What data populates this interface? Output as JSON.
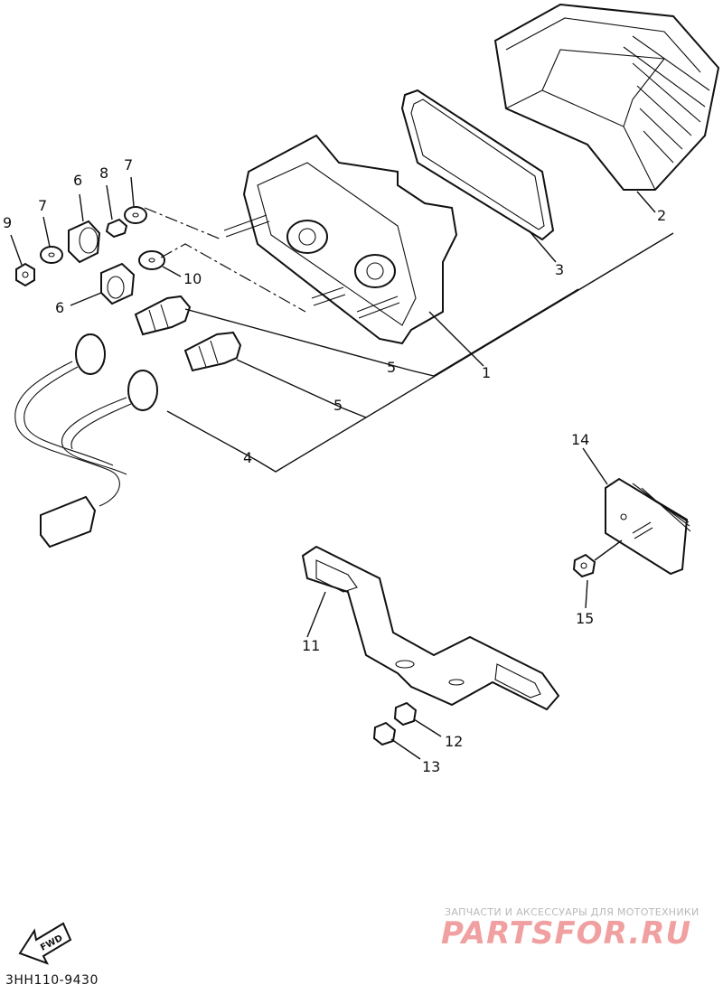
{
  "diagram": {
    "code": "3HH110-9430",
    "fwd_label": "FWD",
    "callouts": [
      "1",
      "2",
      "3",
      "4",
      "5",
      "5",
      "6",
      "6",
      "7",
      "7",
      "8",
      "9",
      "10",
      "11",
      "12",
      "13",
      "14",
      "15"
    ]
  },
  "watermark": {
    "line1": "ЗАПЧАСТИ И АКСЕССУАРЫ ДЛЯ МОТОТЕХНИКИ",
    "line2": "PARTSFOR.RU"
  }
}
